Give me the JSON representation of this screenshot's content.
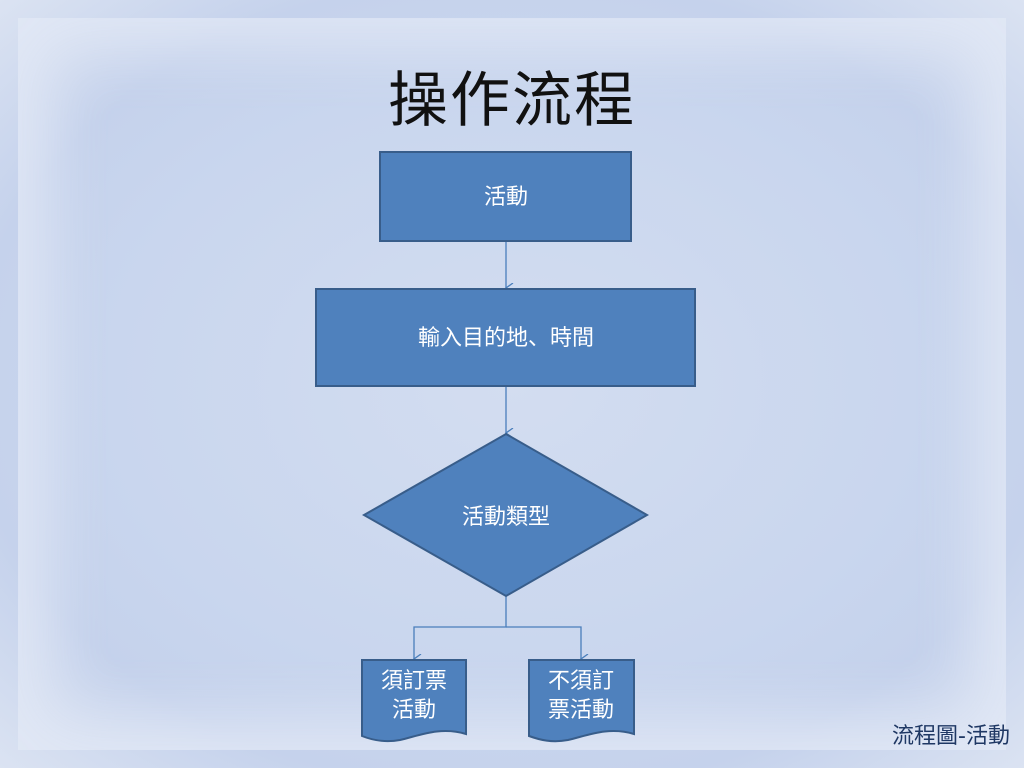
{
  "slide": {
    "title": "操作流程",
    "footer": "流程圖-活動"
  },
  "flowchart": {
    "nodes": {
      "activity": "活動",
      "input": "輸入目的地、時間",
      "type": "活動類型",
      "ticket": [
        "須訂票",
        "活動"
      ],
      "no_ticket": [
        "不須訂",
        "票活動"
      ]
    }
  },
  "colors": {
    "shape_fill": "#4f81bd",
    "shape_stroke": "#385d8a",
    "connector": "#4a7ebb",
    "text_on_shape": "#ffffff"
  }
}
